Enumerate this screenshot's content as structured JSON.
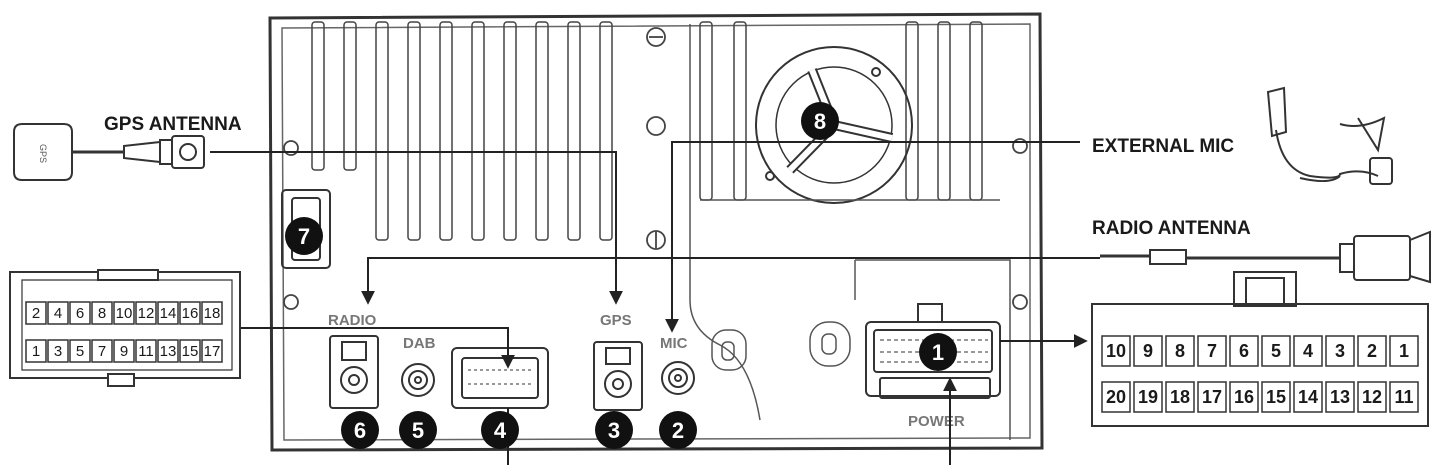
{
  "labels": {
    "gps_antenna": "GPS ANTENNA",
    "external_mic": "EXTERNAL MIC",
    "radio_antenna": "RADIO ANTENNA",
    "radio": "RADIO",
    "dab": "DAB",
    "gps": "GPS",
    "mic": "MIC",
    "power": "POWER",
    "gps_module_text": "GPS"
  },
  "badges": [
    "1",
    "2",
    "3",
    "4",
    "5",
    "6",
    "7",
    "8"
  ],
  "left_connector": {
    "top_row": [
      "2",
      "4",
      "6",
      "8",
      "10",
      "12",
      "14",
      "16",
      "18"
    ],
    "bottom_row": [
      "1",
      "3",
      "5",
      "7",
      "9",
      "11",
      "13",
      "15",
      "17"
    ]
  },
  "right_connector": {
    "top_row": [
      "10",
      "9",
      "8",
      "7",
      "6",
      "5",
      "4",
      "3",
      "2",
      "1"
    ],
    "bottom_row": [
      "20",
      "19",
      "18",
      "17",
      "16",
      "15",
      "14",
      "13",
      "12",
      "11"
    ]
  }
}
